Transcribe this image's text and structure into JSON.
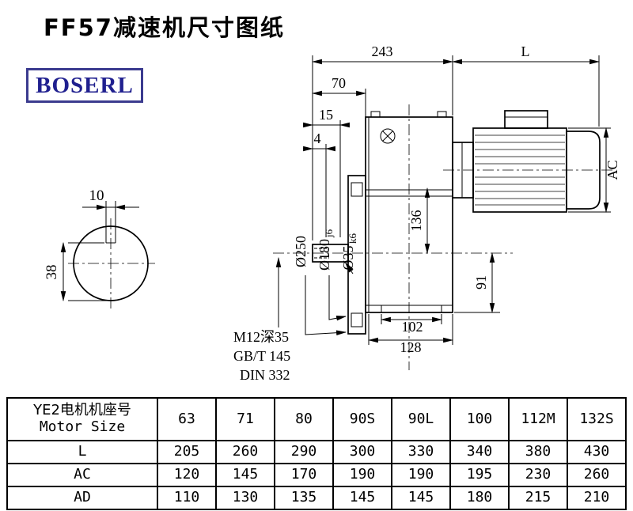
{
  "page": {
    "title": "FF57减速机尺寸图纸",
    "brand": "BOSERL"
  },
  "drawing": {
    "dims": {
      "total_width": "243",
      "motor_length": "L",
      "d70": "70",
      "d15": "15",
      "d4": "4",
      "motor_height": "AC",
      "key_width": "10",
      "shaft_key_height": "38",
      "flange_dia": "Ø250",
      "pilot_dia": "Ø180",
      "pilot_tol": "j6",
      "shaft_dia": "Ø35",
      "shaft_tol": "k6",
      "d136": "136",
      "d91": "91",
      "d102": "102",
      "d128": "128"
    },
    "notes": {
      "tapped_hole": "M12深35",
      "std_gb": "GB/T 145",
      "std_din": "DIN 332"
    }
  },
  "table": {
    "header_cn": "YE2电机机座号",
    "header_en": "Motor Size",
    "columns": [
      "63",
      "71",
      "80",
      "90S",
      "90L",
      "100",
      "112M",
      "132S"
    ],
    "rows": [
      {
        "label": "L",
        "values": [
          "205",
          "260",
          "290",
          "300",
          "330",
          "340",
          "380",
          "430"
        ]
      },
      {
        "label": "AC",
        "values": [
          "120",
          "145",
          "170",
          "190",
          "190",
          "195",
          "230",
          "260"
        ]
      },
      {
        "label": "AD",
        "values": [
          "110",
          "130",
          "135",
          "145",
          "145",
          "180",
          "215",
          "210"
        ]
      }
    ]
  }
}
